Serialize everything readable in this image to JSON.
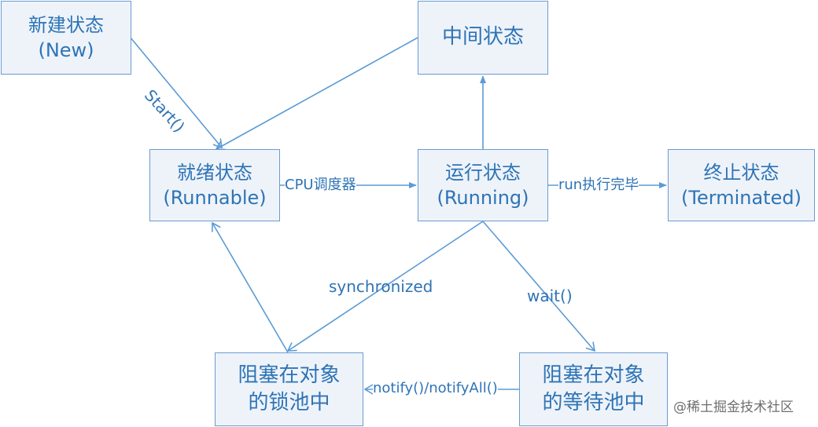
{
  "colors": {
    "box_fill": "#eef3fa",
    "box_border": "#6b9bd0",
    "text": "#2e74b5",
    "arrow": "#5b9bd5",
    "watermark": "#6f6f6f"
  },
  "nodes": {
    "new_state": {
      "line1": "新建状态",
      "line2": "(New)"
    },
    "intermediate_state": {
      "line1": "中间状态"
    },
    "runnable_state": {
      "line1": "就绪状态",
      "line2": "(Runnable)"
    },
    "running_state": {
      "line1": "运行状态",
      "line2": "(Running)"
    },
    "terminated_state": {
      "line1": "终止状态",
      "line2": "(Terminated)"
    },
    "blocked_lock_pool": {
      "line1": "阻塞在对象",
      "line2": "的锁池中"
    },
    "blocked_wait_pool": {
      "line1": "阻塞在对象",
      "line2": "的等待池中"
    }
  },
  "edges": {
    "start": "Start()",
    "cpu_scheduler": "CPU调度器",
    "run_finished": "run执行完毕",
    "synchronized": "synchronized",
    "wait": "wait()",
    "notify": "notify()/notifyAll()"
  },
  "watermark": "@稀土掘金技术社区"
}
